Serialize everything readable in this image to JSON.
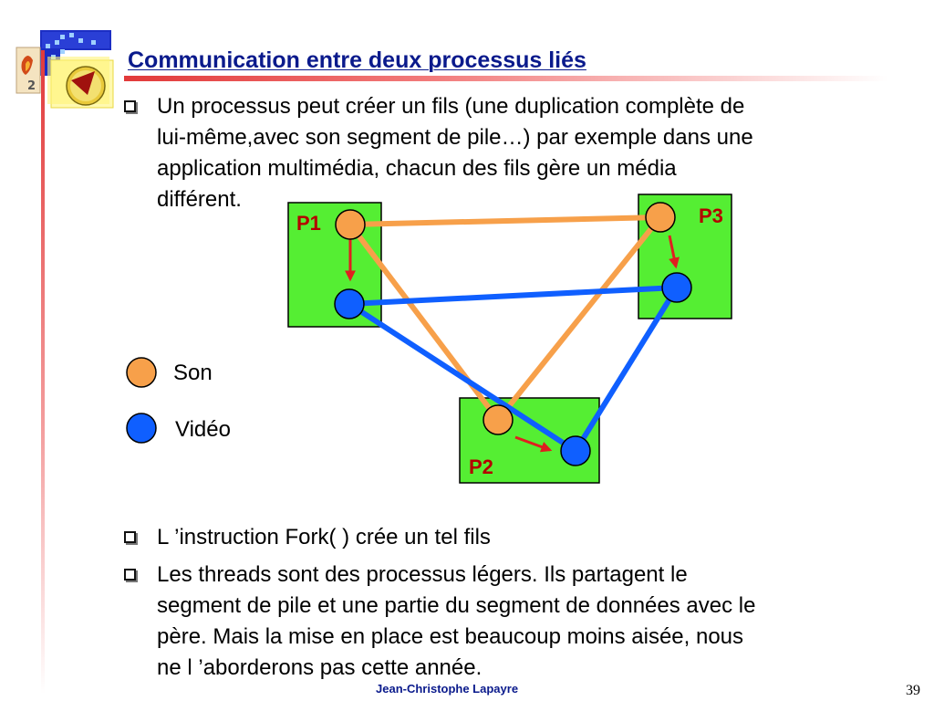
{
  "slide": {
    "title": "Communication entre deux processus liés",
    "bullets": [
      "Un processus peut créer un fils (une duplication complète de lui-même,avec son segment de pile…) par exemple dans une application multimédia, chacun des fils gère un média différent.",
      "L ’instruction Fork( ) crée un tel fils",
      "Les threads sont des processus légers. Ils partagent le segment de pile et une partie du segment de données avec le père. Mais la mise en place est beaucoup moins aisée, nous ne l ’aborderons pas cette année."
    ],
    "bullet_lines": [
      [
        "Un processus peut créer un fils (une duplication complète de",
        "lui-même,avec son segment de pile…) par exemple dans une",
        "application multimédia, chacun des fils gère un média",
        "différent."
      ],
      [
        "L ’instruction Fork( ) crée un tel fils"
      ],
      [
        "Les threads sont des processus légers. Ils partagent le",
        "segment de pile et une partie du segment de données avec le",
        "père. Mais la mise en place est beaucoup moins aisée, nous",
        "ne l ’aborderons pas cette année."
      ]
    ]
  },
  "diagram": {
    "processes": [
      {
        "id": "P1",
        "label": "P1"
      },
      {
        "id": "P2",
        "label": "P2"
      },
      {
        "id": "P3",
        "label": "P3"
      }
    ],
    "legend": [
      {
        "label": "Son",
        "color": "#f7a04a"
      },
      {
        "label": "Vidéo",
        "color": "#0f5fff"
      }
    ],
    "colors": {
      "box": "#55ee33",
      "son": "#f7a04a",
      "video": "#0f5fff",
      "arrow": "#e01f1f",
      "title": "#0a1a8c"
    }
  },
  "footer": {
    "author": "Jean-Christophe Lapayre",
    "page": "39"
  }
}
